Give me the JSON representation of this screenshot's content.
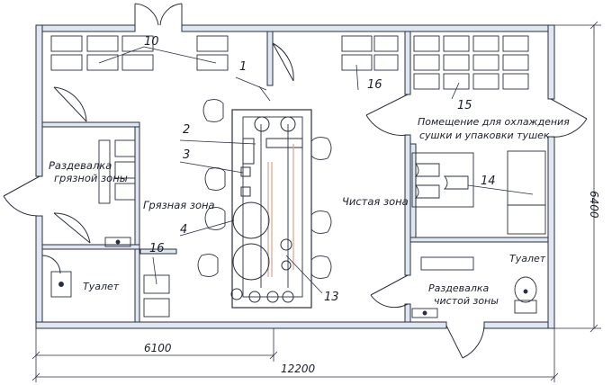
{
  "rooms": {
    "locker_dirty": [
      "Раздевалка",
      "грязной зоны"
    ],
    "dirty_zone": "Грязная зона",
    "clean_zone": "Чистая зона",
    "cooling_room": [
      "Помещение для охлаждения",
      "сушки и упаковки тушек"
    ],
    "toilet_left": "Туалет",
    "toilet_right": "Туалет",
    "locker_clean": [
      "Раздевалка",
      "чистой зоны"
    ]
  },
  "callouts": {
    "c1": "1",
    "c2": "2",
    "c3": "3",
    "c4": "4",
    "c10": "10",
    "c13": "13",
    "c14": "14",
    "c15": "15",
    "c16a": "16",
    "c16b": "16"
  },
  "dimensions": {
    "half_width": "6100",
    "total_width": "12200",
    "height": "6400"
  },
  "colors": {
    "line": "#2a2f3c",
    "wall_fill": "#dfe7f2",
    "accent_line": "#d9a58a"
  }
}
